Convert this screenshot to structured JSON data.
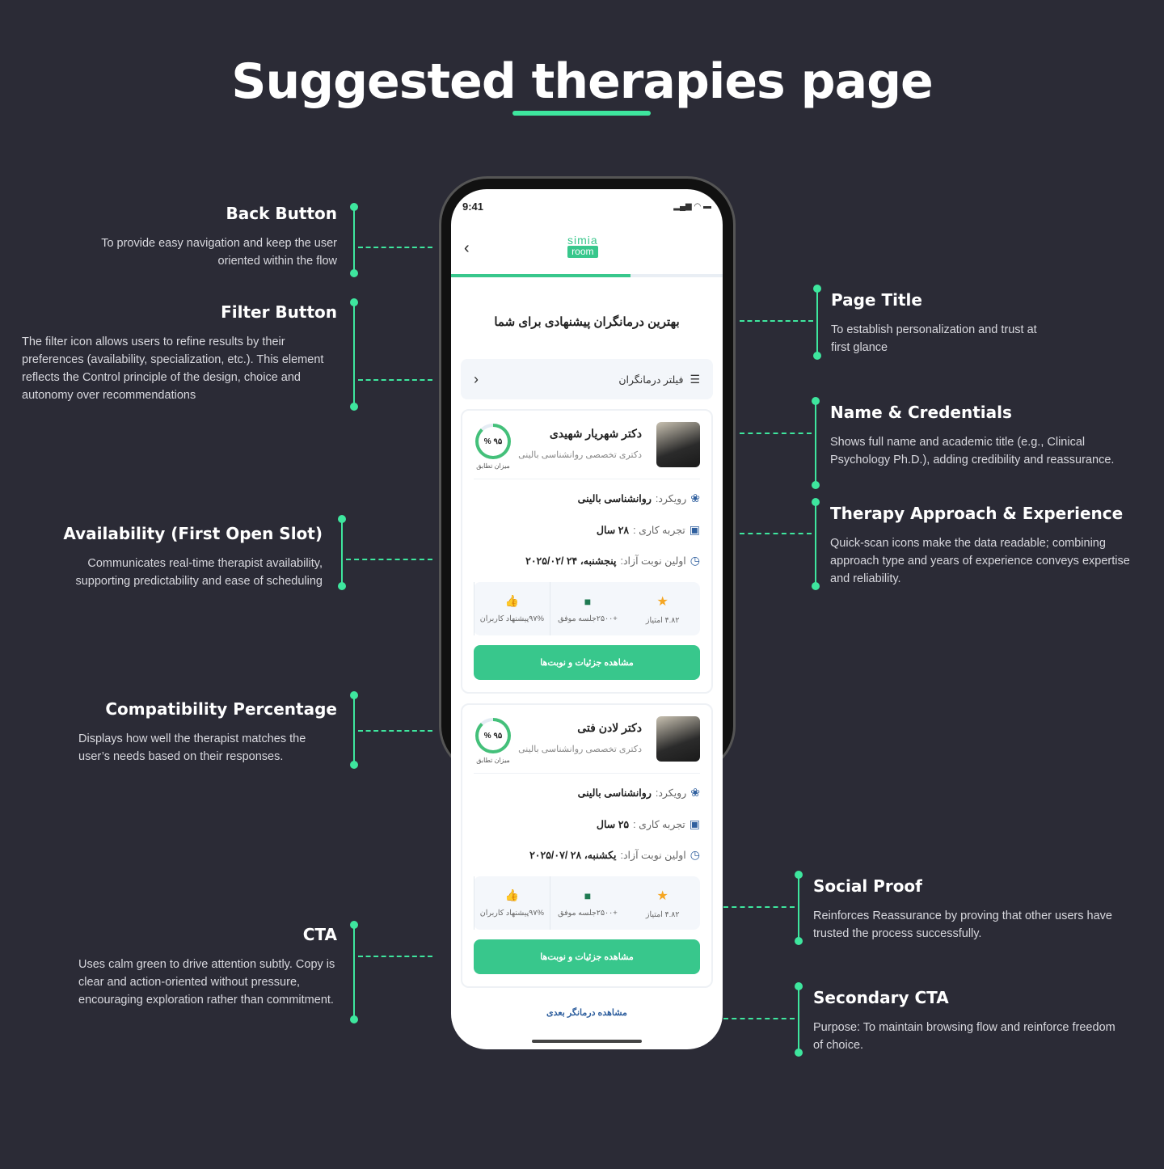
{
  "page": {
    "title": "Suggested therapies page"
  },
  "annotations": {
    "back": {
      "title": "Back Button",
      "text": "To provide easy navigation and keep the user oriented within the flow"
    },
    "filter": {
      "title": "Filter Button",
      "text": "The filter icon allows users to refine results by their preferences (availability, specialization, etc.). This element reflects the Control principle of the design, choice and autonomy over recommendations"
    },
    "availability": {
      "title": "Availability (First Open Slot)",
      "text": "Communicates real-time therapist availability, supporting predictability and ease of scheduling"
    },
    "compat": {
      "title": "Compatibility Percentage",
      "text": "Displays how well the therapist matches the user’s needs based on their responses."
    },
    "cta": {
      "title": "CTA",
      "text": "Uses calm green to drive attention subtly. Copy is clear and action-oriented without pressure, encouraging exploration rather than commitment."
    },
    "page_title": {
      "title": "Page Title",
      "text": "To establish personalization and trust at first glance"
    },
    "name": {
      "title": "Name & Credentials",
      "text": "Shows full name and academic title (e.g., Clinical Psychology Ph.D.), adding credibility and reassurance."
    },
    "approach": {
      "title": "Therapy Approach & Experience",
      "text": "Quick-scan icons make the data readable; combining approach type and years of experience conveys expertise and reliability."
    },
    "social": {
      "title": "Social Proof",
      "text": "Reinforces Reassurance by proving that other users have trusted the process successfully."
    },
    "secondary": {
      "title": "Secondary CTA",
      "text": "Purpose: To maintain browsing flow and reinforce freedom of choice."
    }
  },
  "app": {
    "time": "9:41",
    "logo_top": "simia",
    "logo_bottom": "room",
    "progress": 0.66,
    "heading": "بهترین درمانگران پیشنهادی برای شما",
    "filter_label": "فیلتر درمانگران",
    "match_label": "میزان تطابق",
    "approach_label": "رویکرد:",
    "experience_label": "تجربه کاری :",
    "slot_label": "اولین نوبت آزاد:",
    "cta_label": "مشاهده جزئیات و نوبت‌ها",
    "next_label": "مشاهده درمانگر بعدی",
    "therapists": [
      {
        "name": "دکتر شهریار شهیدی",
        "degree": "دکتری تخصصی روانشناسی بالینی",
        "match": "۹۵ %",
        "approach": "روانشناسی بالینی",
        "experience": "۲۸ سال",
        "slot": "پنجشنبه، ۲۴ /۲۰۲۵/۰۲",
        "recommend": "۹۷%پیشنهاد کاربران",
        "sessions": "+۲۵۰۰جلسه موفق",
        "rating": "۴.۸۲ امتیاز"
      },
      {
        "name": "دکتر لادن فتی",
        "degree": "دکتری تخصصی روانشناسی بالینی",
        "match": "۹۵ %",
        "approach": "روانشناسی بالینی",
        "experience": "۲۵ سال",
        "slot": "یکشنبه، ۲۸ /۲۰۲۵/۰۷",
        "recommend": "۹۷%پیشنهاد کاربران",
        "sessions": "+۲۵۰۰جلسه موفق",
        "rating": "۴.۸۲ امتیاز"
      }
    ]
  }
}
